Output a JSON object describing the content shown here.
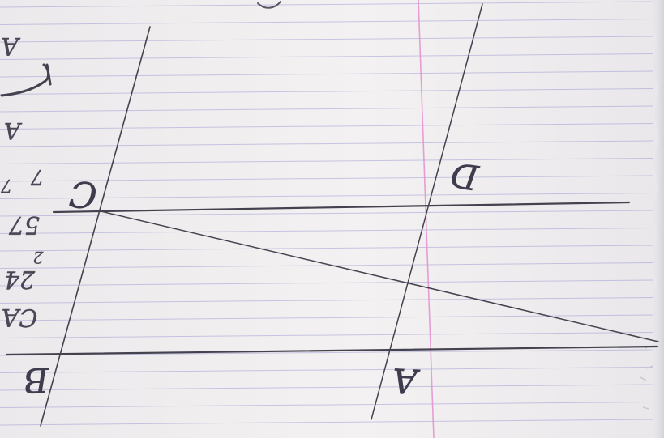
{
  "photo": {
    "subject": "",
    "point_labels": {
      "a": "A",
      "b": "B",
      "c": "C",
      "d": "D"
    },
    "margin_notes": [
      "A",
      "A",
      "CA",
      "24",
      "2",
      "57",
      "7",
      "7"
    ],
    "colors": {
      "paper": "#f1efee",
      "ruled_line": "#8f8fcf",
      "margin_line": "#e58fd0",
      "pencil": "#45424f",
      "shadow": "#d9d7de"
    }
  }
}
